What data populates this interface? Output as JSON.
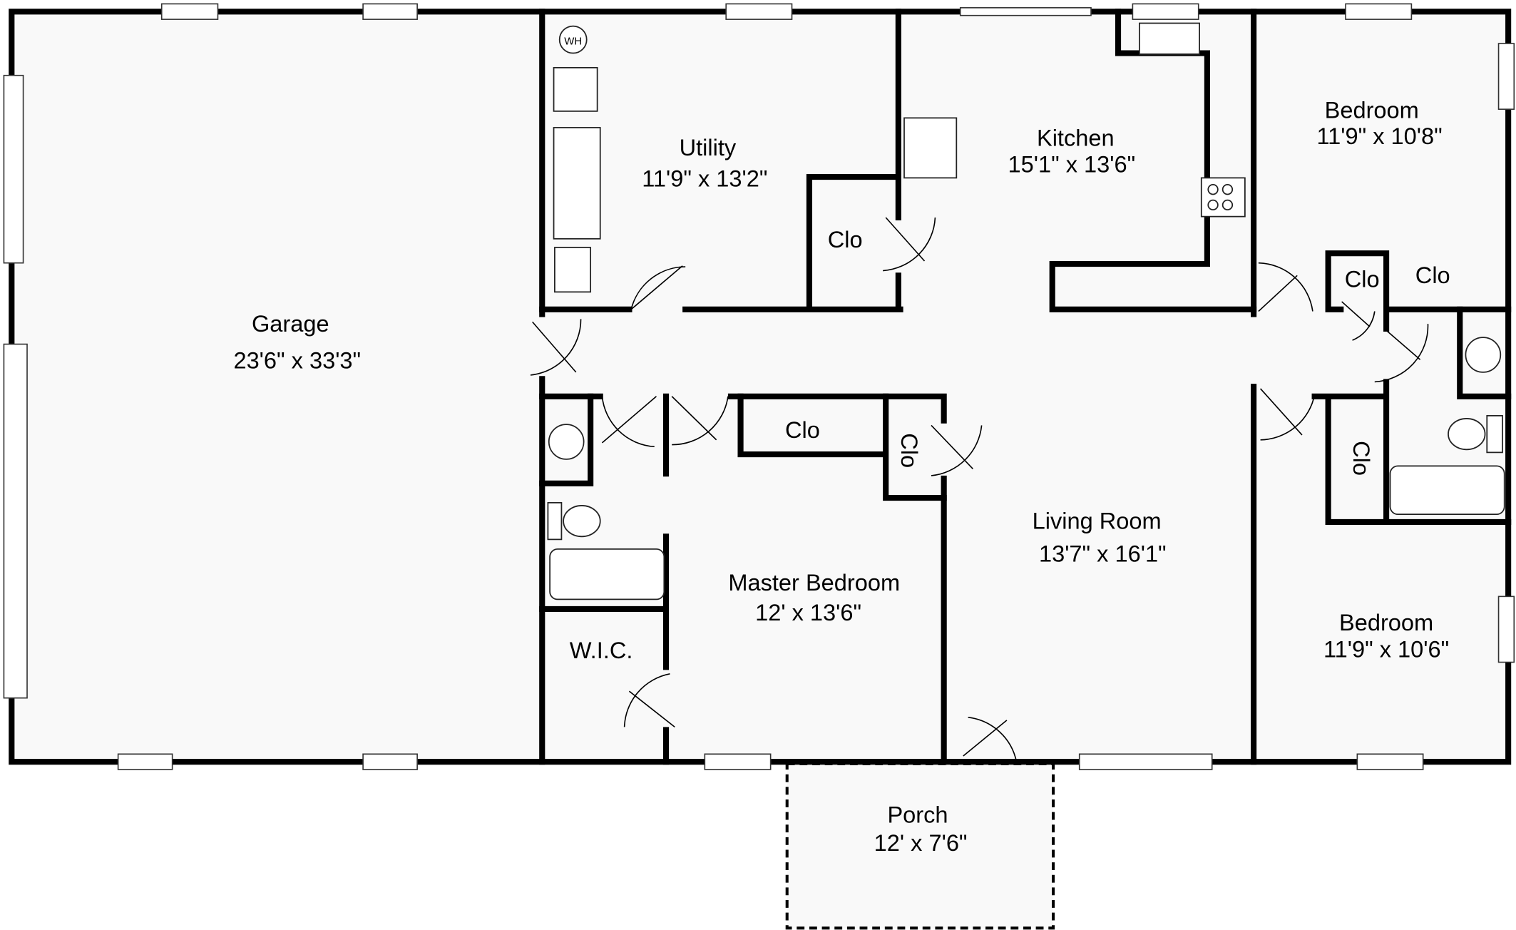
{
  "rooms": [
    {
      "id": "garage",
      "name": "Garage",
      "size": "23'6\" x 33'3\""
    },
    {
      "id": "utility",
      "name": "Utility",
      "size": "11'9\" x 13'2\""
    },
    {
      "id": "kitchen",
      "name": "Kitchen",
      "size": "15'1\" x 13'6\""
    },
    {
      "id": "bedroom-1",
      "name": "Bedroom",
      "size": "11'9\" x 10'8\""
    },
    {
      "id": "bedroom-2",
      "name": "Bedroom",
      "size": "11'9\" x 10'6\""
    },
    {
      "id": "living",
      "name": "Living Room",
      "size": "13'7\" x 16'1\""
    },
    {
      "id": "master",
      "name": "Master Bedroom",
      "size": "12' x 13'6\""
    },
    {
      "id": "porch",
      "name": "Porch",
      "size": "12' x 7'6\""
    }
  ],
  "closets": {
    "clo": "Clo",
    "wic": "W.I.C."
  },
  "fixtures": {
    "water_heater": "WH"
  },
  "colors": {
    "background": "#ffffff",
    "floor": "#f9f9f9",
    "wall": "#000000"
  }
}
